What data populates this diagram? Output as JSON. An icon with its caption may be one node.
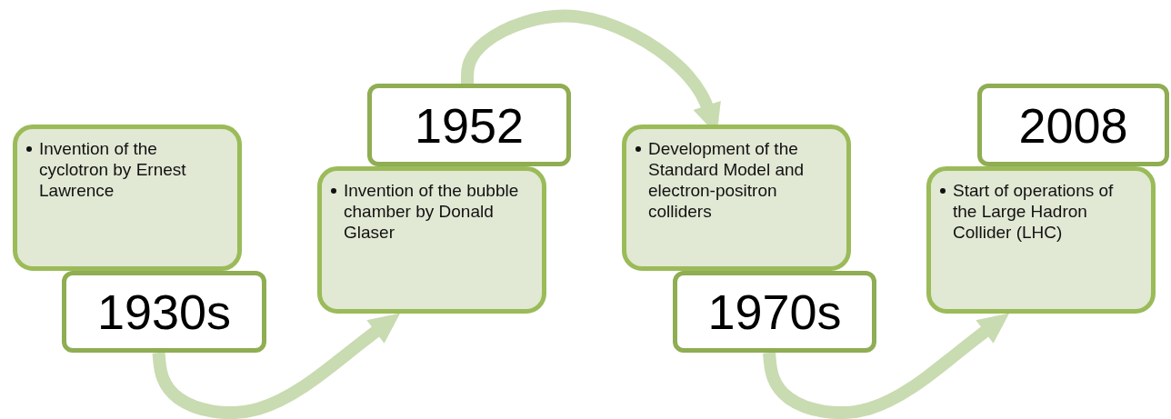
{
  "diagram": {
    "nodes": [
      {
        "text": [
          "Invention of the cyclotron by Ernest Lawrence"
        ]
      },
      {
        "text": [
          "1930s"
        ]
      },
      {
        "text": [
          "Invention of the bubble chamber by Donald Glaser"
        ]
      },
      {
        "text": [
          "1952"
        ]
      },
      {
        "text": [
          "Development of the Standard Model and electron-positron colliders"
        ]
      },
      {
        "text": [
          "1970s"
        ]
      },
      {
        "text": [
          "Start of operations of the Large Hadron Collider (LHC)"
        ]
      },
      {
        "text": [
          "2008"
        ]
      }
    ],
    "edges": [
      {
        "from": 1,
        "to": 2,
        "arrow": "to"
      },
      {
        "from": 3,
        "to": 4,
        "arrow": "to"
      },
      {
        "from": 5,
        "to": 6,
        "arrow": "to"
      }
    ]
  }
}
